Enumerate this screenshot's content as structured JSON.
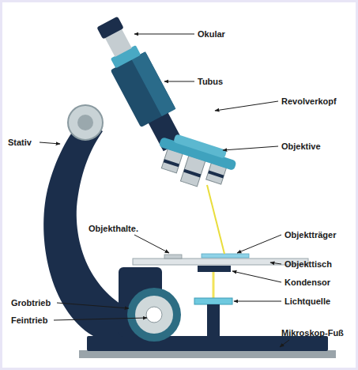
{
  "diagram": {
    "labels": [
      "Okular",
      "Tubus",
      "Revolverkopf",
      "Objektive",
      "Stativ",
      "Objekthalte.",
      "Objektträger",
      "Objekttisch",
      "Kondensor",
      "Lichtquelle",
      "Grobtrieb",
      "Feintrieb",
      "Mikroskop-Fuß"
    ]
  }
}
